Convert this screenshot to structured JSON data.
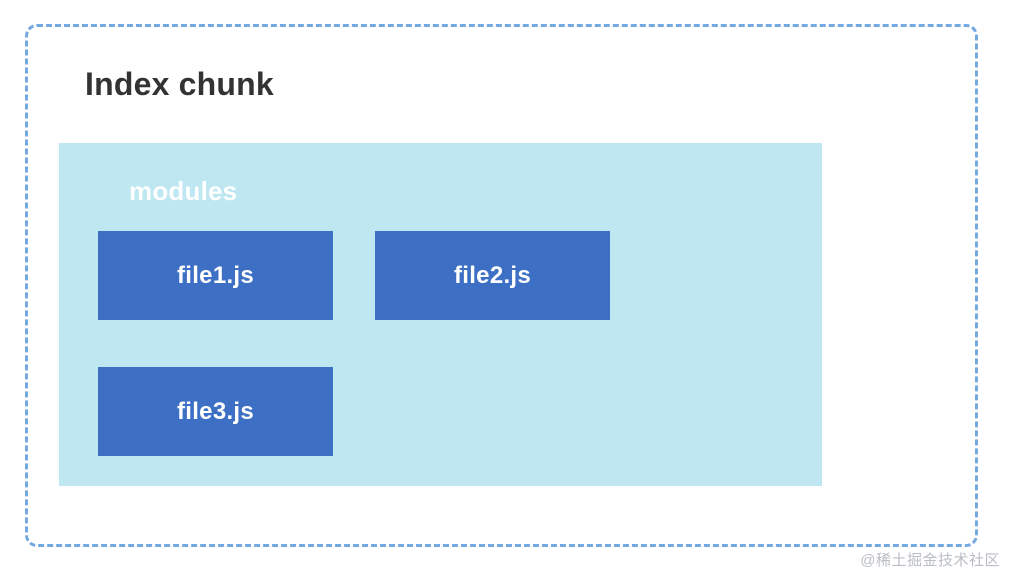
{
  "diagram": {
    "chunk": {
      "title": "Index chunk",
      "border_color": "#74A9E0",
      "border_style": "dashed"
    },
    "modules_group": {
      "label": "modules",
      "background_color": "#BEE7F1",
      "label_color": "#FFFFFF"
    },
    "module_boxes": [
      {
        "label": "file1.js",
        "color": "#3D70C5",
        "text_color": "#FFFFFF"
      },
      {
        "label": "file2.js",
        "color": "#3D70C5",
        "text_color": "#FFFFFF"
      },
      {
        "label": "file3.js",
        "color": "#3D70C5",
        "text_color": "#FFFFFF"
      }
    ],
    "watermark": {
      "text": "@稀土掘金技术社区"
    },
    "colors": {
      "background": "#FFFFFF",
      "title_text": "#333333",
      "accent_blue": "#3D70C5",
      "panel_cyan": "#BEE7F1",
      "dashed_border": "#74A9E0",
      "watermark_gray": "#B9BDC4"
    }
  }
}
